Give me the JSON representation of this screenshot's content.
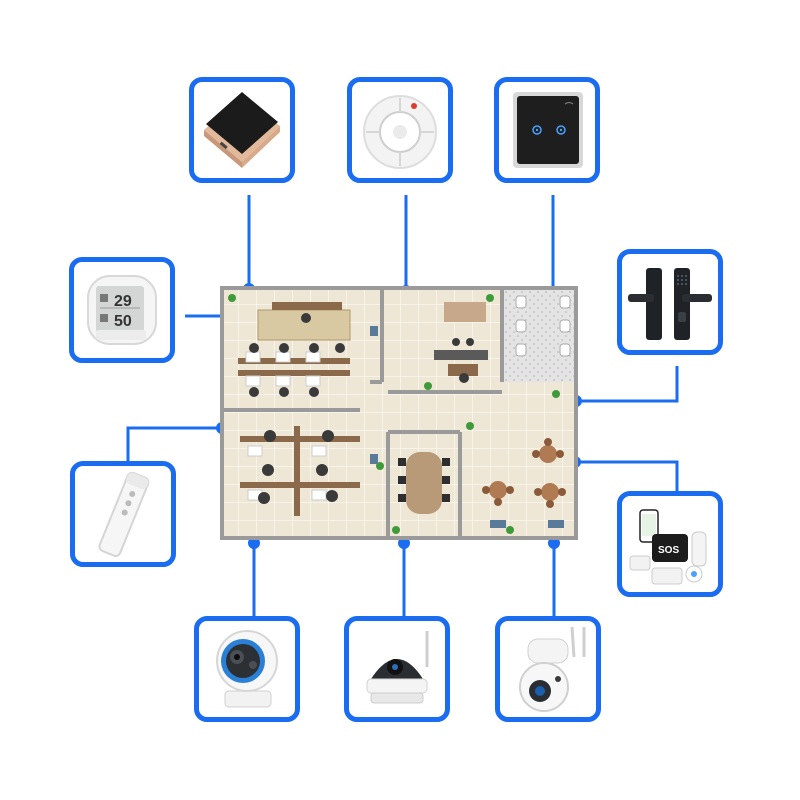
{
  "colors": {
    "accent": "#1a6cf0",
    "floor_tile": "#efe7d6",
    "wall": "#9a9a9a",
    "desk": "#8a6a4a",
    "chair": "#3a3a3a",
    "plant": "#3f9a3a"
  },
  "devices": [
    {
      "id": "smart-switch-panel",
      "icon": "square-touch-panel-icon"
    },
    {
      "id": "smoke-detector",
      "icon": "smoke-detector-icon"
    },
    {
      "id": "touch-light-switch",
      "icon": "two-gang-touch-switch-icon"
    },
    {
      "id": "temperature-humidity-sensor",
      "icon": "thermo-hygrometer-icon",
      "readouts": [
        "29",
        "50"
      ]
    },
    {
      "id": "smart-door-lock",
      "icon": "door-lock-icon"
    },
    {
      "id": "door-window-sensor",
      "icon": "door-sensor-icon"
    },
    {
      "id": "alarm-kit",
      "icon": "alarm-kit-icon",
      "sos_label": "SOS"
    },
    {
      "id": "indoor-camera",
      "icon": "indoor-camera-icon"
    },
    {
      "id": "dome-camera",
      "icon": "dome-camera-icon"
    },
    {
      "id": "outdoor-ptz-camera",
      "icon": "outdoor-camera-icon"
    }
  ],
  "floor_plan": {
    "icon": "office-floor-plan-icon",
    "rooms": [
      "open-office",
      "manager-office",
      "restroom",
      "meeting-room",
      "lounge"
    ]
  }
}
